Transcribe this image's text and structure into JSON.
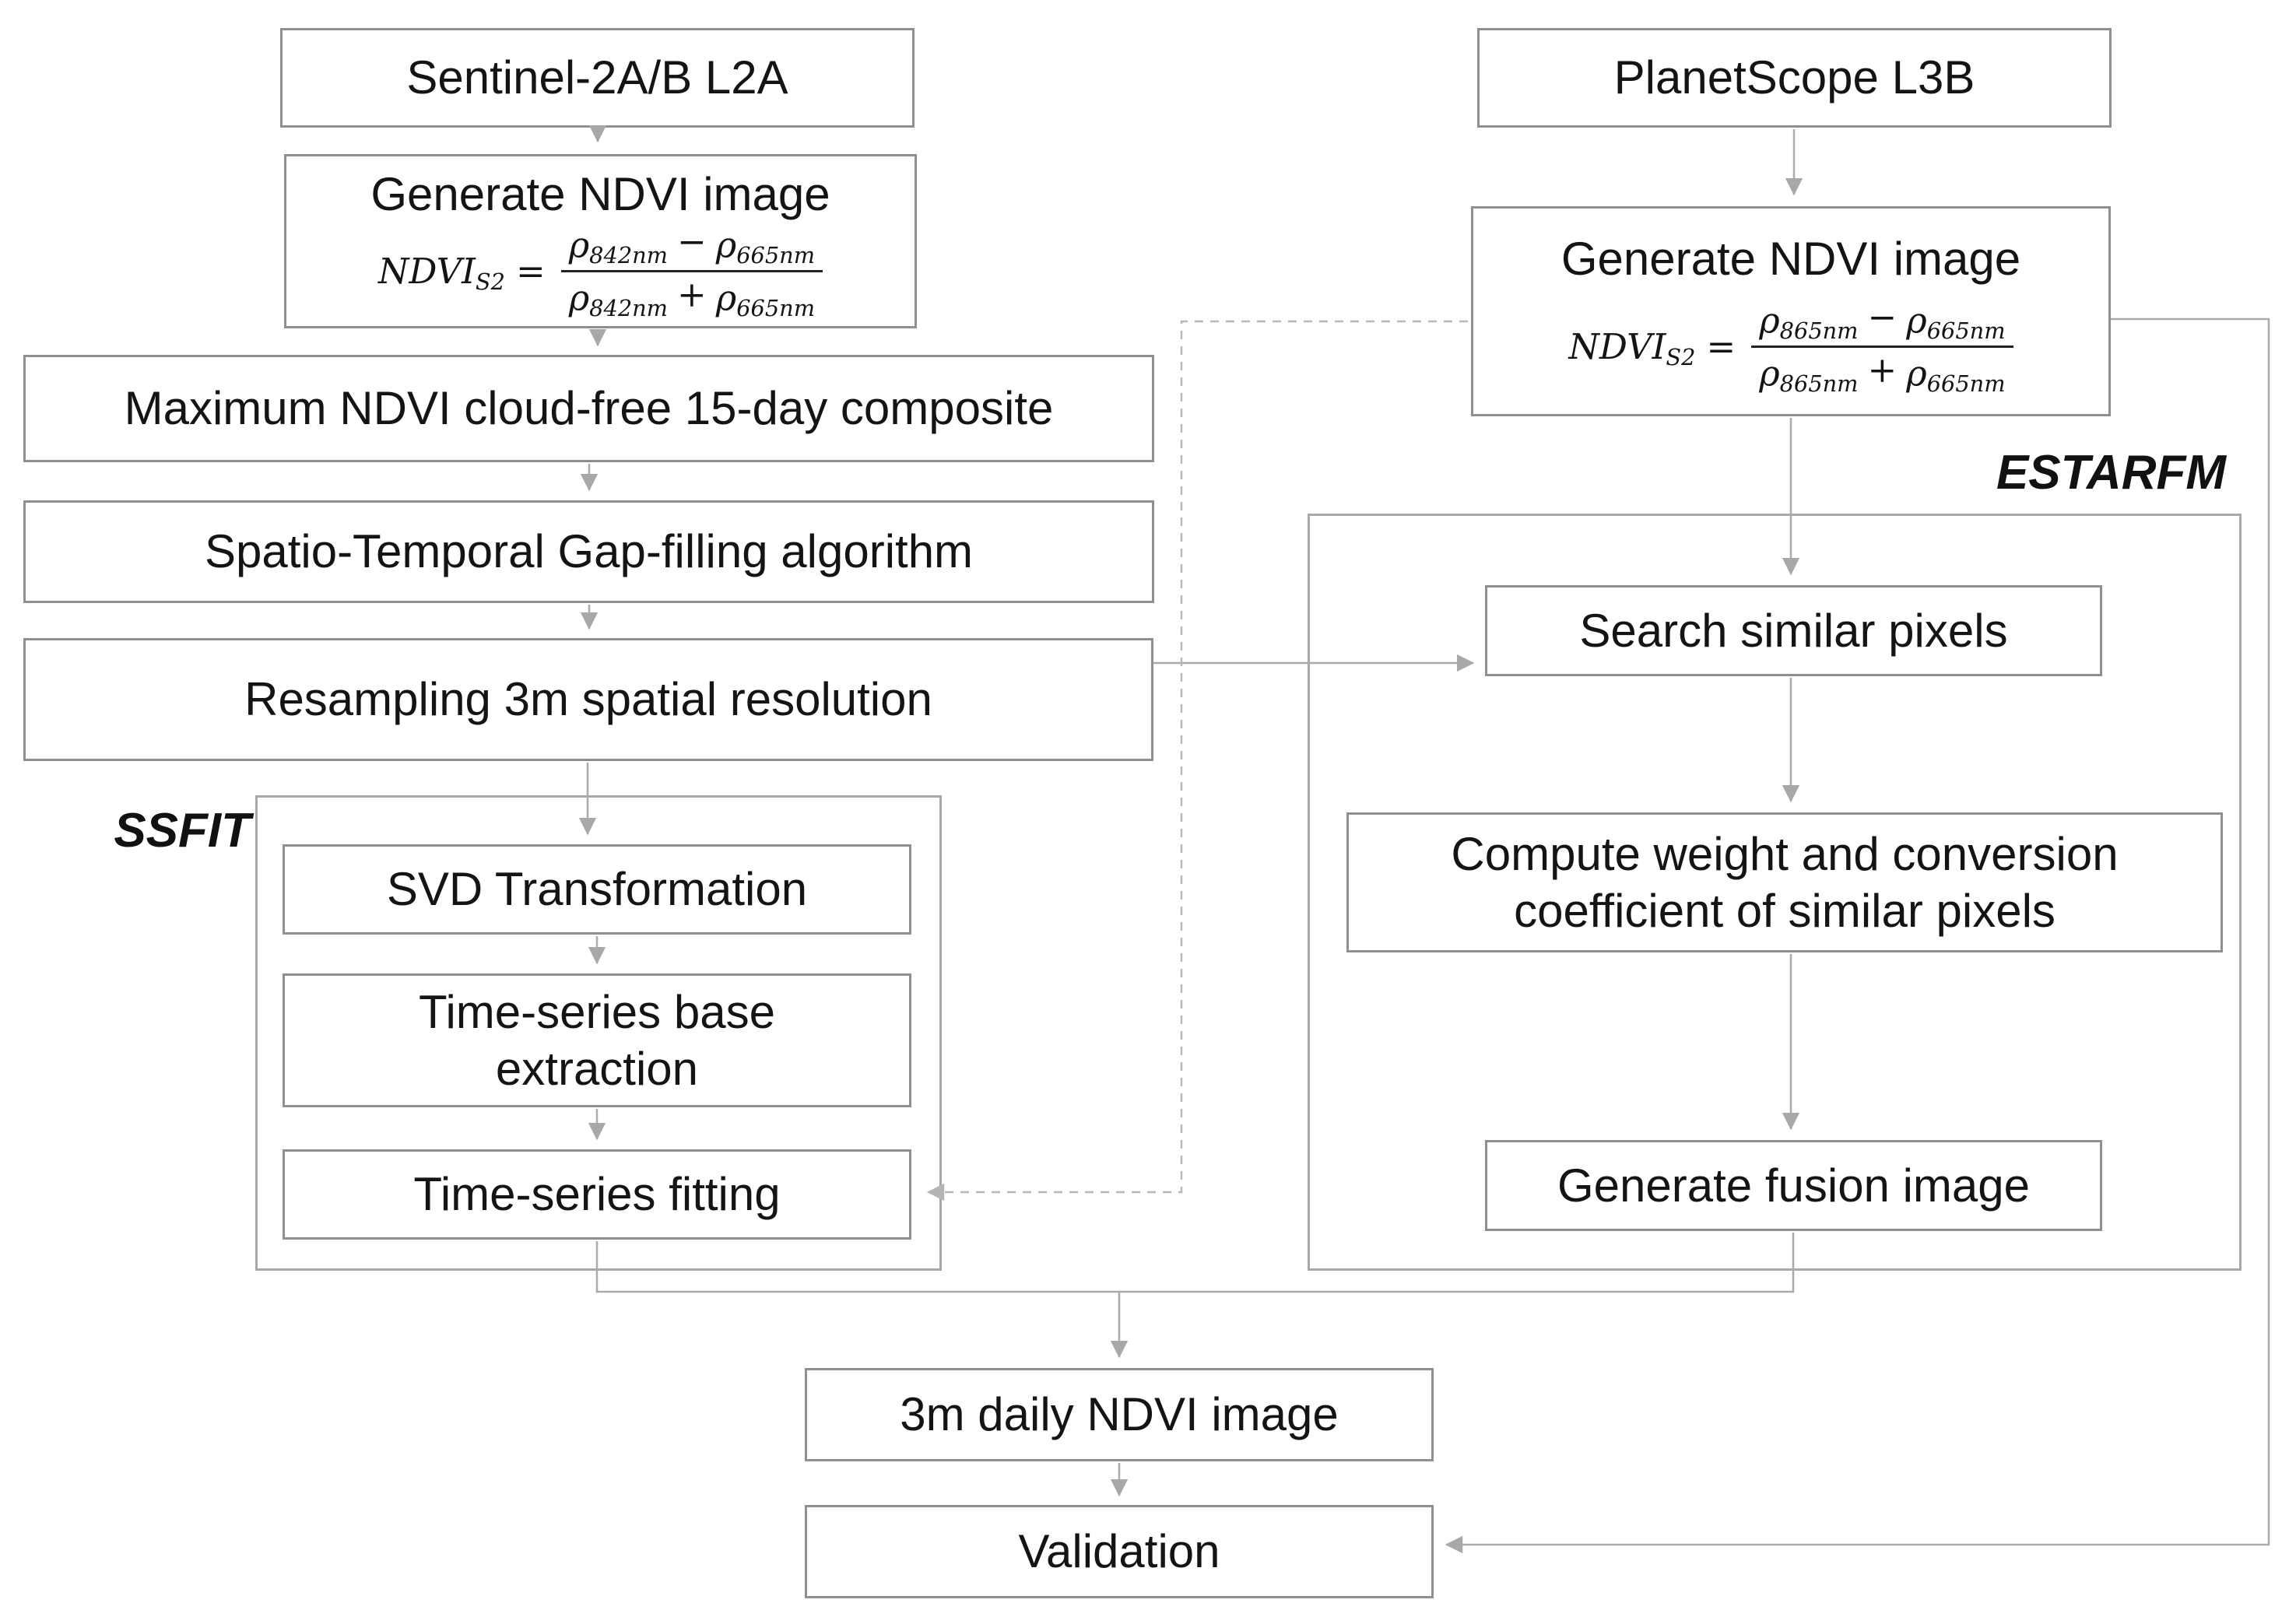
{
  "nodes": {
    "sentinel": {
      "label": "Sentinel-2A/B L2A"
    },
    "generate_ndvi_s2": {
      "label": "Generate NDVI image"
    },
    "max_composite": {
      "label": "Maximum NDVI cloud-free 15-day composite"
    },
    "gap_filling": {
      "label": "Spatio-Temporal Gap-filling algorithm"
    },
    "resampling": {
      "label": "Resampling 3m spatial resolution"
    },
    "svd": {
      "label": "SVD Transformation"
    },
    "ts_base": {
      "label": "Time-series base extraction"
    },
    "ts_fitting": {
      "label": "Time-series fitting"
    },
    "planetscope": {
      "label": "PlanetScope L3B"
    },
    "generate_ndvi_ps": {
      "label": "Generate NDVI image"
    },
    "search_pixels": {
      "label": "Search similar pixels"
    },
    "compute_weight": {
      "label": "Compute weight and conversion coefficient of similar pixels"
    },
    "fusion": {
      "label": "Generate fusion image"
    },
    "daily_ndvi": {
      "label": "3m daily NDVI image"
    },
    "validation": {
      "label": "Validation"
    }
  },
  "groups": {
    "ssfit": {
      "label": "SSFIT"
    },
    "estarfm": {
      "label": "ESTARFM"
    }
  },
  "formulas": {
    "s2": {
      "lhs": "NDVI",
      "lhs_sub": "S2",
      "eq": "=",
      "rho": "ρ",
      "nir_band": "842nm",
      "red_band": "665nm",
      "minus": "−",
      "plus": "+"
    },
    "ps": {
      "lhs": "NDVI",
      "lhs_sub": "S2",
      "eq": "=",
      "rho": "ρ",
      "nir_band": "865nm",
      "red_band": "665nm",
      "minus": "−",
      "plus": "+"
    }
  },
  "colors": {
    "line": "#ababab",
    "box_border": "#8f8f8f",
    "container_border": "#a8a8a8",
    "dashed_line": "#b8b8b8",
    "text": "#141414"
  }
}
